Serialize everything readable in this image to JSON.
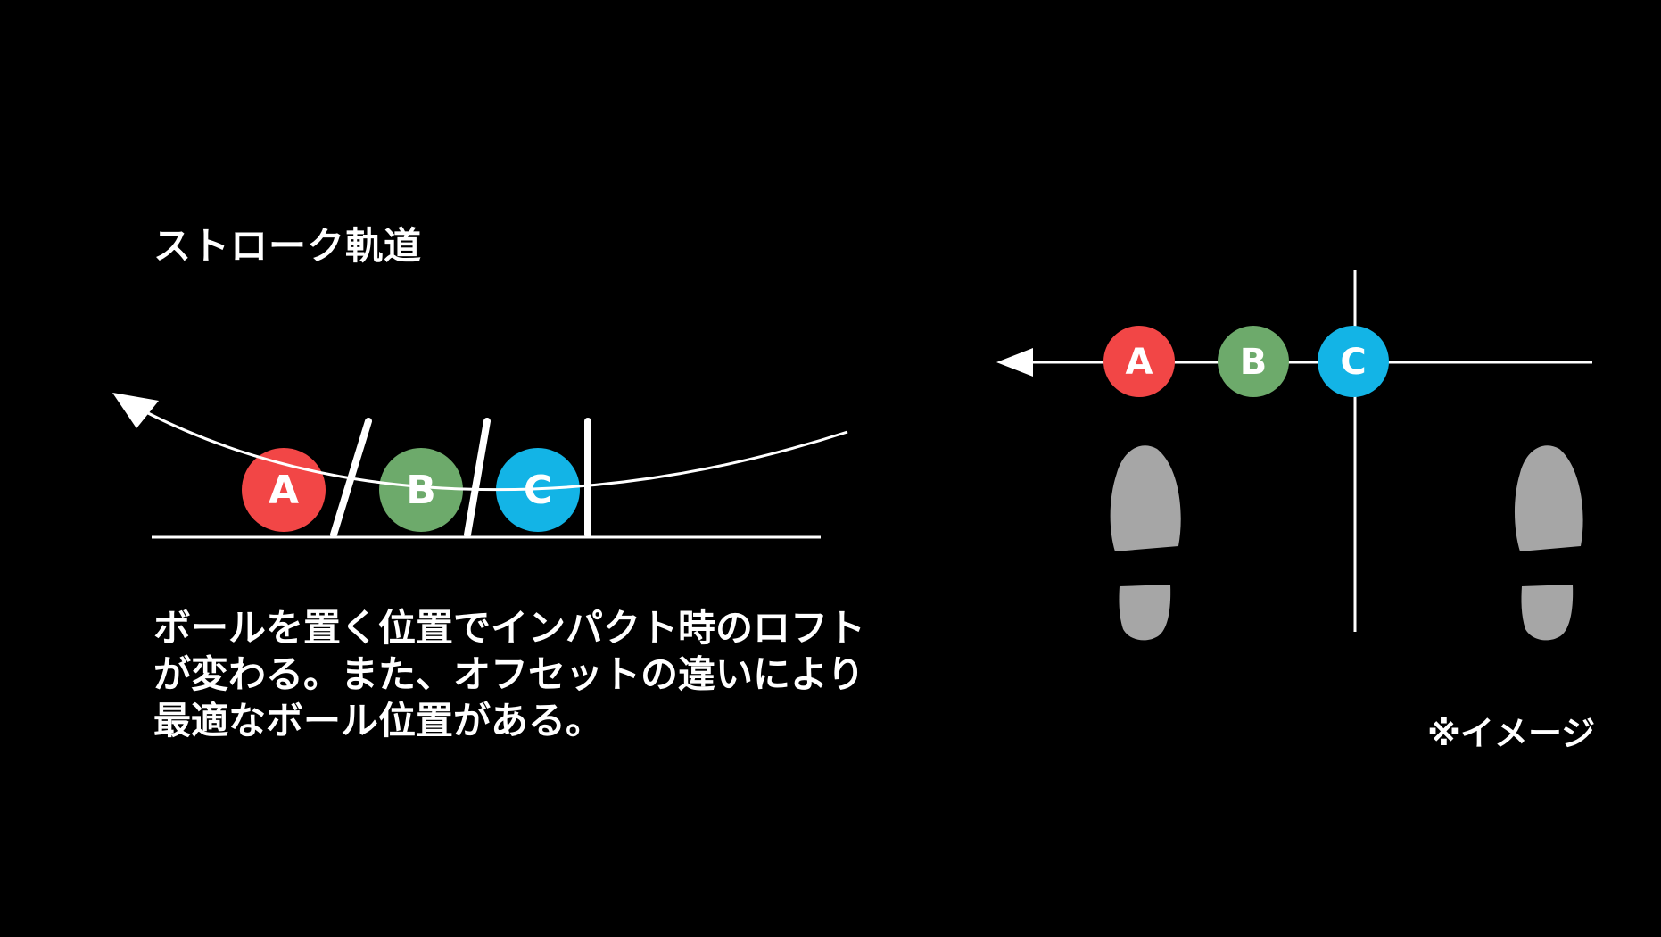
{
  "title": "ストローク軌道",
  "description": [
    "ボールを置く位置でインパクト時のロフト",
    "が変わる。また、オフセットの違いにより",
    "最適なボール位置がある。"
  ],
  "note": "※イメージ",
  "colors": {
    "background": "#000000",
    "ball_a": "#f24646",
    "ball_b": "#6daa6b",
    "ball_c": "#13b4e6",
    "foot": "#a6a6a6",
    "line": "#ffffff"
  },
  "balls": [
    {
      "label": "A",
      "color": "#f24646"
    },
    {
      "label": "B",
      "color": "#6daa6b"
    },
    {
      "label": "C",
      "color": "#13b4e6"
    }
  ],
  "icons": {
    "footprint": "footprint-icon",
    "arrow": "arrowhead-icon"
  }
}
